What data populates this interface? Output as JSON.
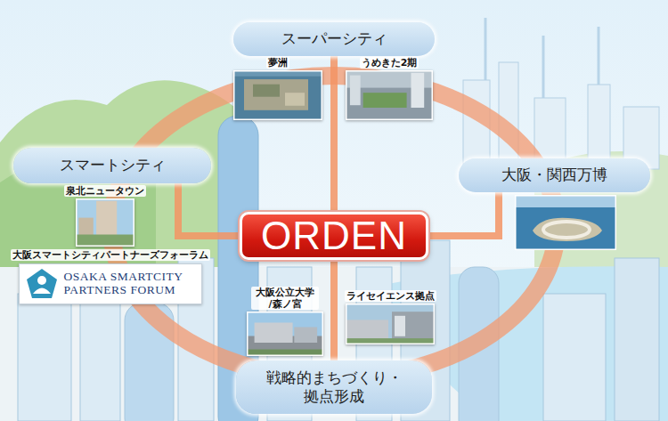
{
  "diagram": {
    "nodes": [
      {
        "text": [
          "スーパーシティ"
        ]
      },
      {
        "text": [
          "夢洲"
        ]
      },
      {
        "text": [
          "うめきた2期"
        ]
      },
      {
        "text": [
          "スマートシティ"
        ]
      },
      {
        "text": [
          "泉北ニュータウン"
        ]
      },
      {
        "text": [
          "大阪スマートシティパートナーズフォーラム",
          "OSAKA SMARTCITY PARTNERS FORUM"
        ]
      },
      {
        "text": [
          "ORDEN"
        ]
      },
      {
        "text": [
          "大阪・関西万博"
        ]
      },
      {
        "text": [
          "大阪公立大学 /森ノ宮"
        ]
      },
      {
        "text": [
          "ライセイエンス拠点"
        ]
      },
      {
        "text": [
          "戦略的まちづくり・ 拠点形成"
        ]
      }
    ],
    "edges": [
      {
        "from": 6,
        "to": 0,
        "arrow": "none"
      },
      {
        "from": 6,
        "to": 3,
        "arrow": "none"
      },
      {
        "from": 6,
        "to": 7,
        "arrow": "none"
      },
      {
        "from": 6,
        "to": 10,
        "arrow": "none"
      }
    ]
  }
}
